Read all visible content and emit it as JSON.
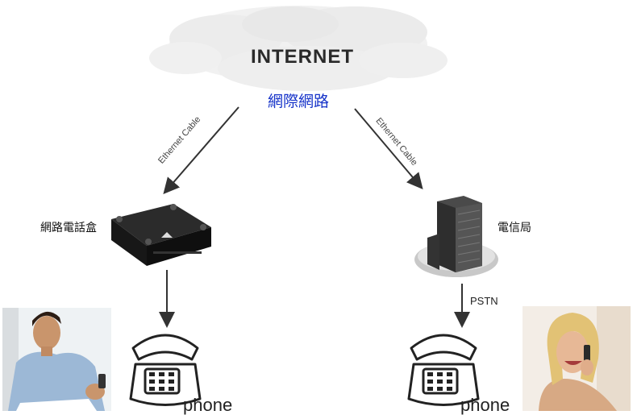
{
  "internet": {
    "title": "INTERNET",
    "subtitle": "網際網路"
  },
  "links": {
    "left_cable": "Ethernet Cable",
    "right_cable": "Ethernet Cable",
    "pstn": "PSTN"
  },
  "nodes": {
    "voip_box": "網路電話盒",
    "telecom": "電信局",
    "phone_left": "phone",
    "phone_right": "phone"
  },
  "colors": {
    "subtitle": "#1633c9",
    "arrow": "#333333",
    "box": "#1e1e1e",
    "building": "#3c3c3c"
  }
}
